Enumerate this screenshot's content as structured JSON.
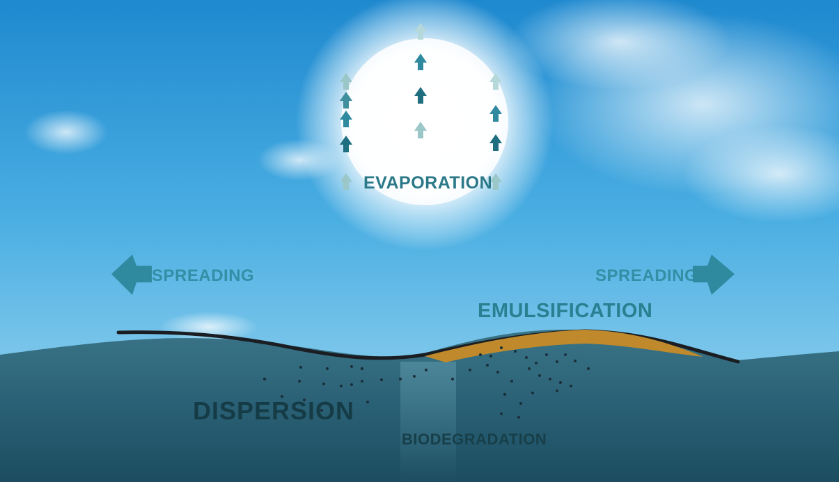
{
  "labels": {
    "evaporation": "EVAPORATION",
    "spreading_left": "SPREADING",
    "spreading_right": "SPREADING",
    "emulsification": "EMULSIFICATION",
    "dispersion": "DISPERSION",
    "biodegradation": "BIODEGRADATION"
  },
  "colors": {
    "sky_top": "#1e8ad0",
    "sky_bottom": "#9cd6f0",
    "sea_surface": "#356f82",
    "sea_deep": "#1d4f62",
    "oil_slick": "#1a1e22",
    "emulsion": "#c08a2c",
    "arrow": "#2f8aa0",
    "arrow_faded": "#9cc7c9",
    "droplet": "#1a2f3a"
  },
  "icons": {
    "evaporation_arrows": "up-arrow-icon",
    "spreading_left": "left-arrow-icon",
    "spreading_right": "right-arrow-icon"
  }
}
